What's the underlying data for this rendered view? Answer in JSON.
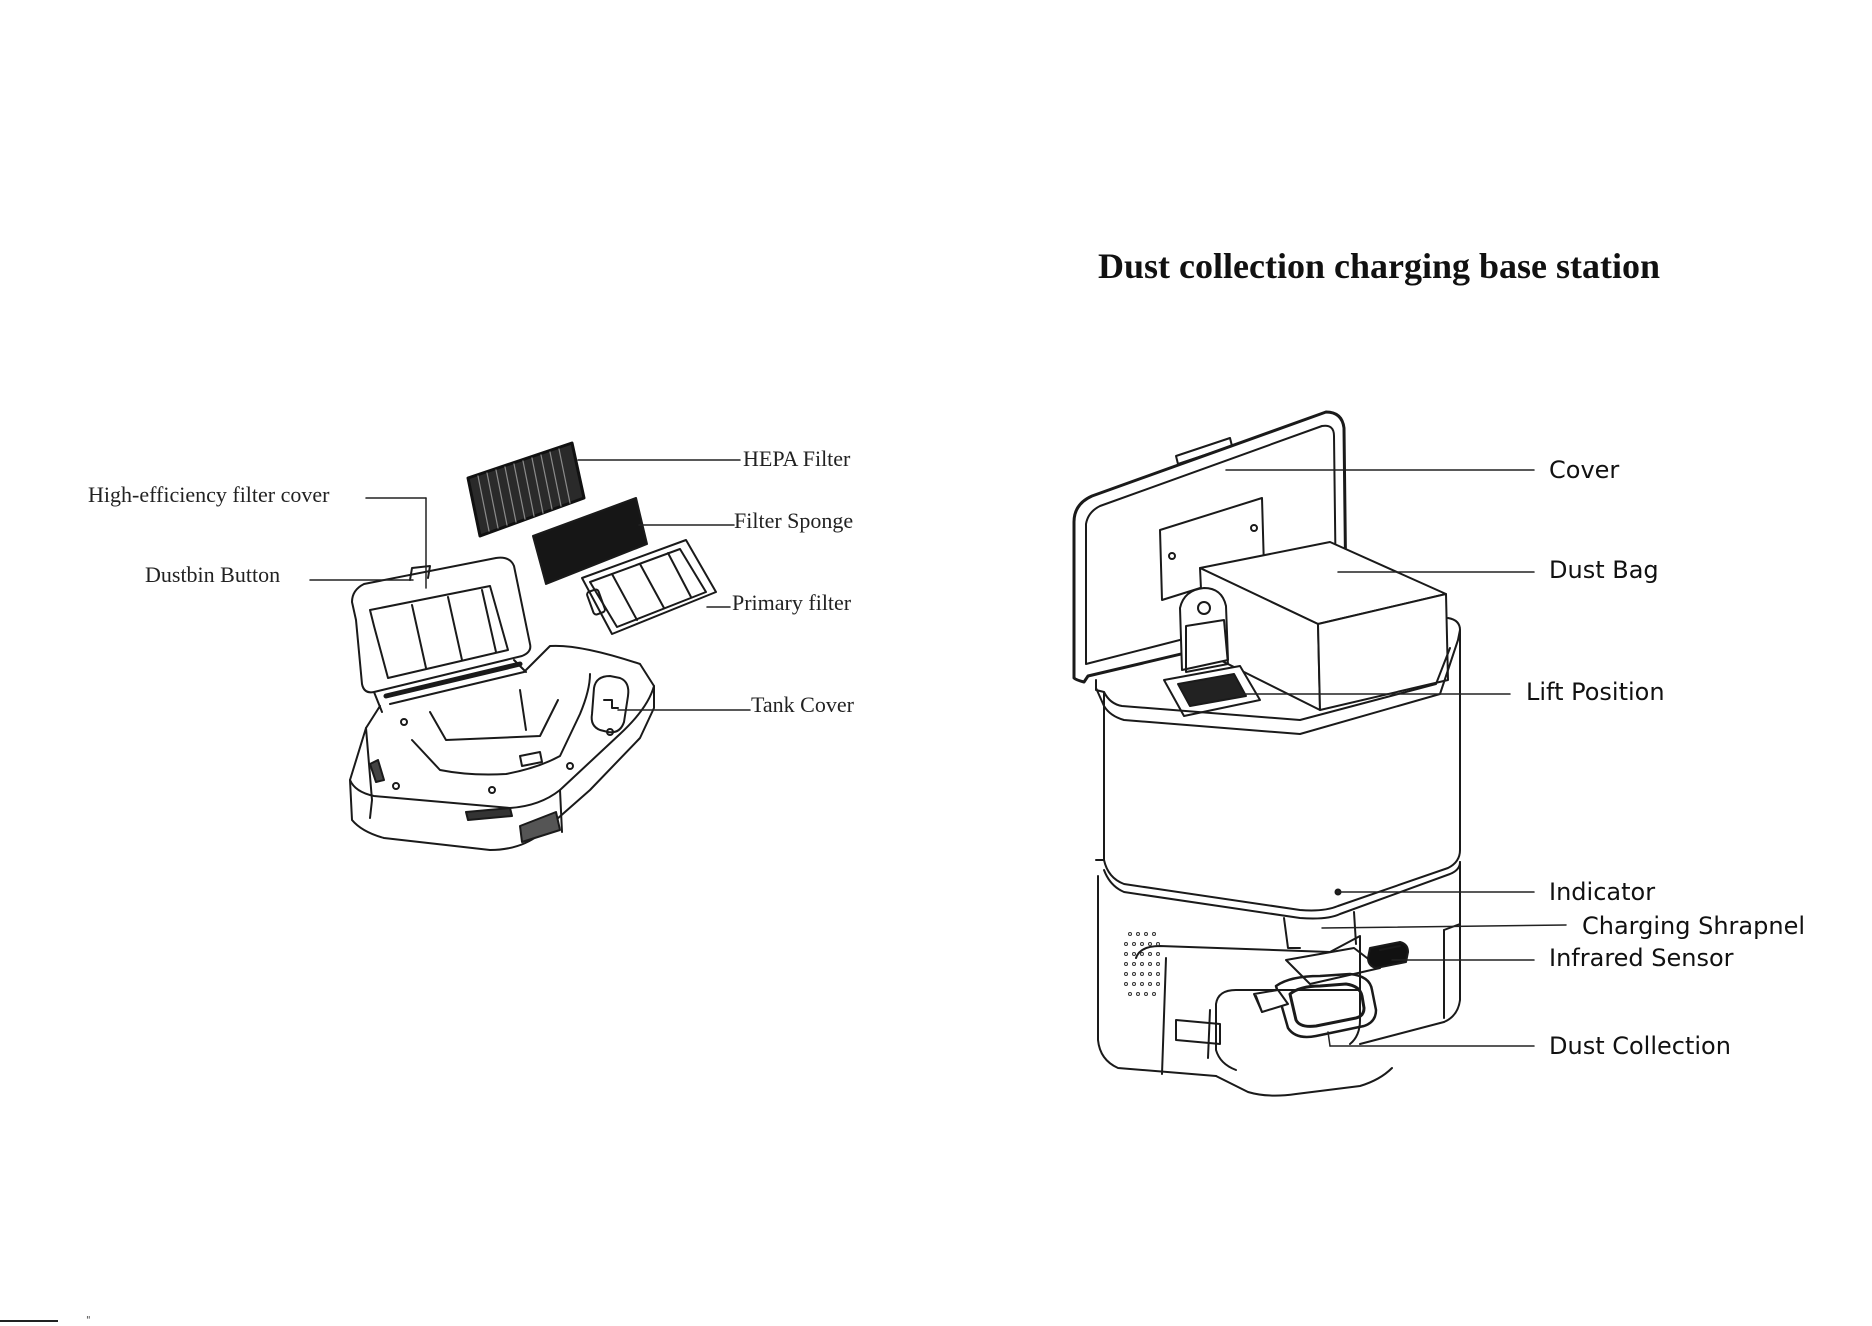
{
  "station": {
    "title": "Dust collection charging base station",
    "labels": {
      "cover": "Cover",
      "dust_bag": "Dust Bag",
      "lift_position": "Lift Position",
      "indicator": "Indicator",
      "charging_shrapnel": "Charging Shrapnel",
      "infrared_sensor": "Infrared Sensor",
      "dust_collection": "Dust Collection"
    }
  },
  "dustbin": {
    "labels": {
      "hepa_filter": "HEPA Filter",
      "high_efficiency_filter_cover": "High-efficiency filter cover",
      "filter_sponge": "Filter Sponge",
      "dustbin_button": "Dustbin Button",
      "primary_filter": "Primary filter",
      "tank_cover": "Tank Cover"
    }
  },
  "footer": {
    "mark": "\""
  }
}
